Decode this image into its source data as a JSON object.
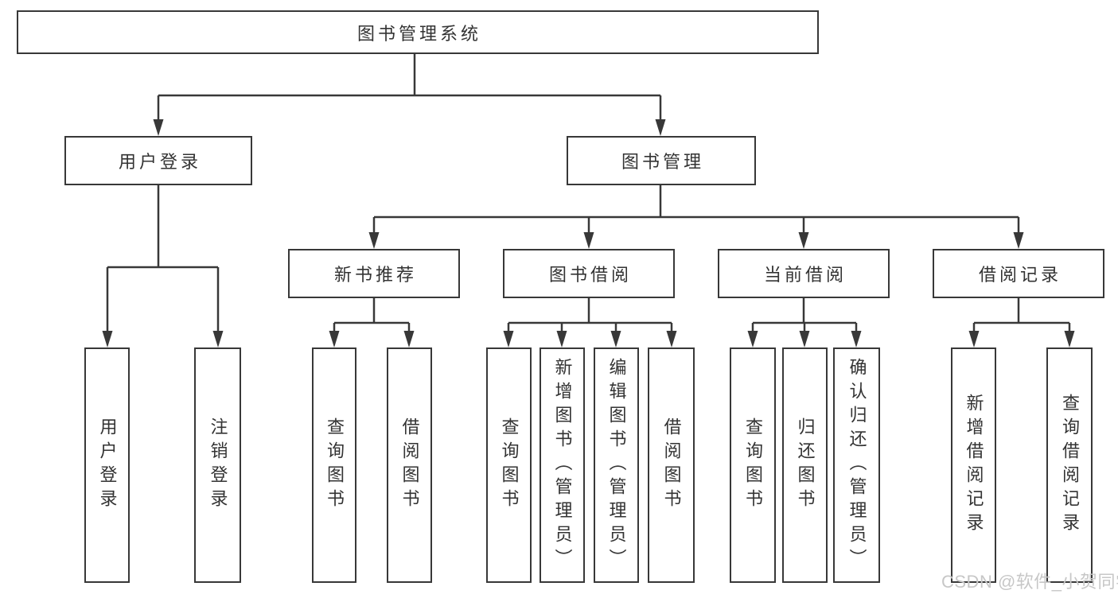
{
  "tree": {
    "label": "图书管理系统",
    "children": [
      {
        "label": "用户登录",
        "children": [
          {
            "label": "用户登录"
          },
          {
            "label": "注销登录"
          }
        ]
      },
      {
        "label": "图书管理",
        "children": [
          {
            "label": "新书推荐",
            "children": [
              {
                "label": "查询图书"
              },
              {
                "label": "借阅图书"
              }
            ]
          },
          {
            "label": "图书借阅",
            "children": [
              {
                "label": "查询图书"
              },
              {
                "label": "新增图书（管理员）"
              },
              {
                "label": "编辑图书（管理员）"
              },
              {
                "label": "借阅图书"
              }
            ]
          },
          {
            "label": "当前借阅",
            "children": [
              {
                "label": "查询图书"
              },
              {
                "label": "归还图书"
              },
              {
                "label": "确认归还（管理员）"
              }
            ]
          },
          {
            "label": "借阅记录",
            "children": [
              {
                "label": "新增借阅记录"
              },
              {
                "label": "查询借阅记录"
              }
            ]
          }
        ]
      }
    ]
  },
  "watermark": {
    "text": "CSDN @软件_小贺同学"
  },
  "colors": {
    "line": "#383838",
    "text": "#333333",
    "watermark": "#c7c7c7",
    "background": "#ffffff"
  }
}
